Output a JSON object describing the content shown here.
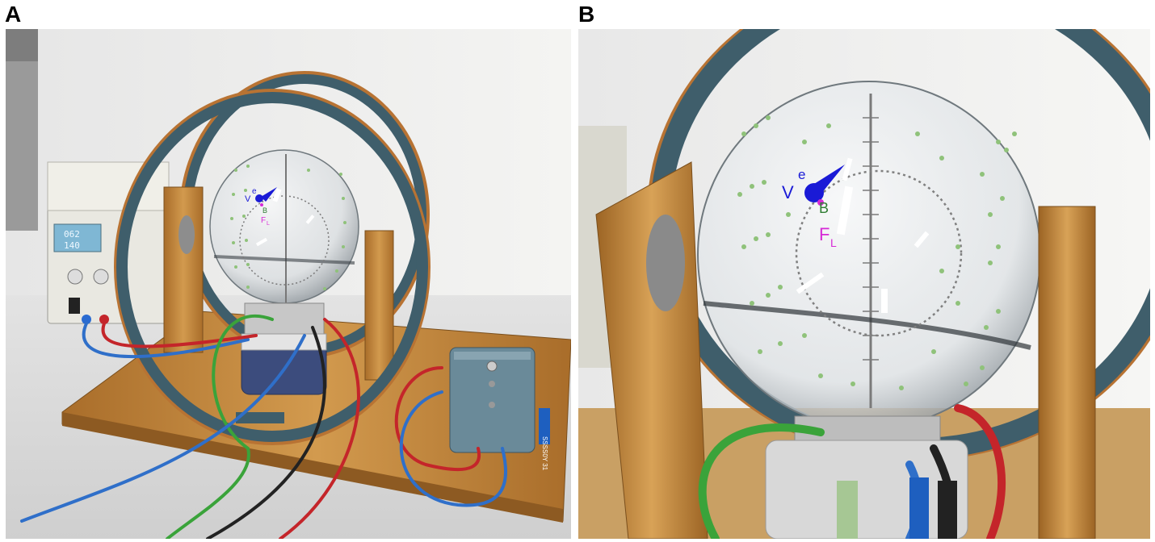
{
  "panels": [
    {
      "label": "A",
      "annotations": {
        "v": "V",
        "e": "e",
        "b": "B",
        "fl": "F",
        "fl_sub": "L"
      },
      "meter": {
        "top": "062",
        "bottom": "140"
      },
      "box_label": "SSSS0Y 31"
    },
    {
      "label": "B",
      "annotations": {
        "v": "V",
        "e": "e",
        "b": "B",
        "fl": "F",
        "fl_sub": "L"
      }
    }
  ],
  "colors": {
    "velocity": "#1a1ad6",
    "force": "#d62ad6",
    "field": "#2e7d32",
    "field_dots": "#8fc27a",
    "coil": "#3f5e6b",
    "copper": "#b87333",
    "wood": "#c98f3f"
  }
}
